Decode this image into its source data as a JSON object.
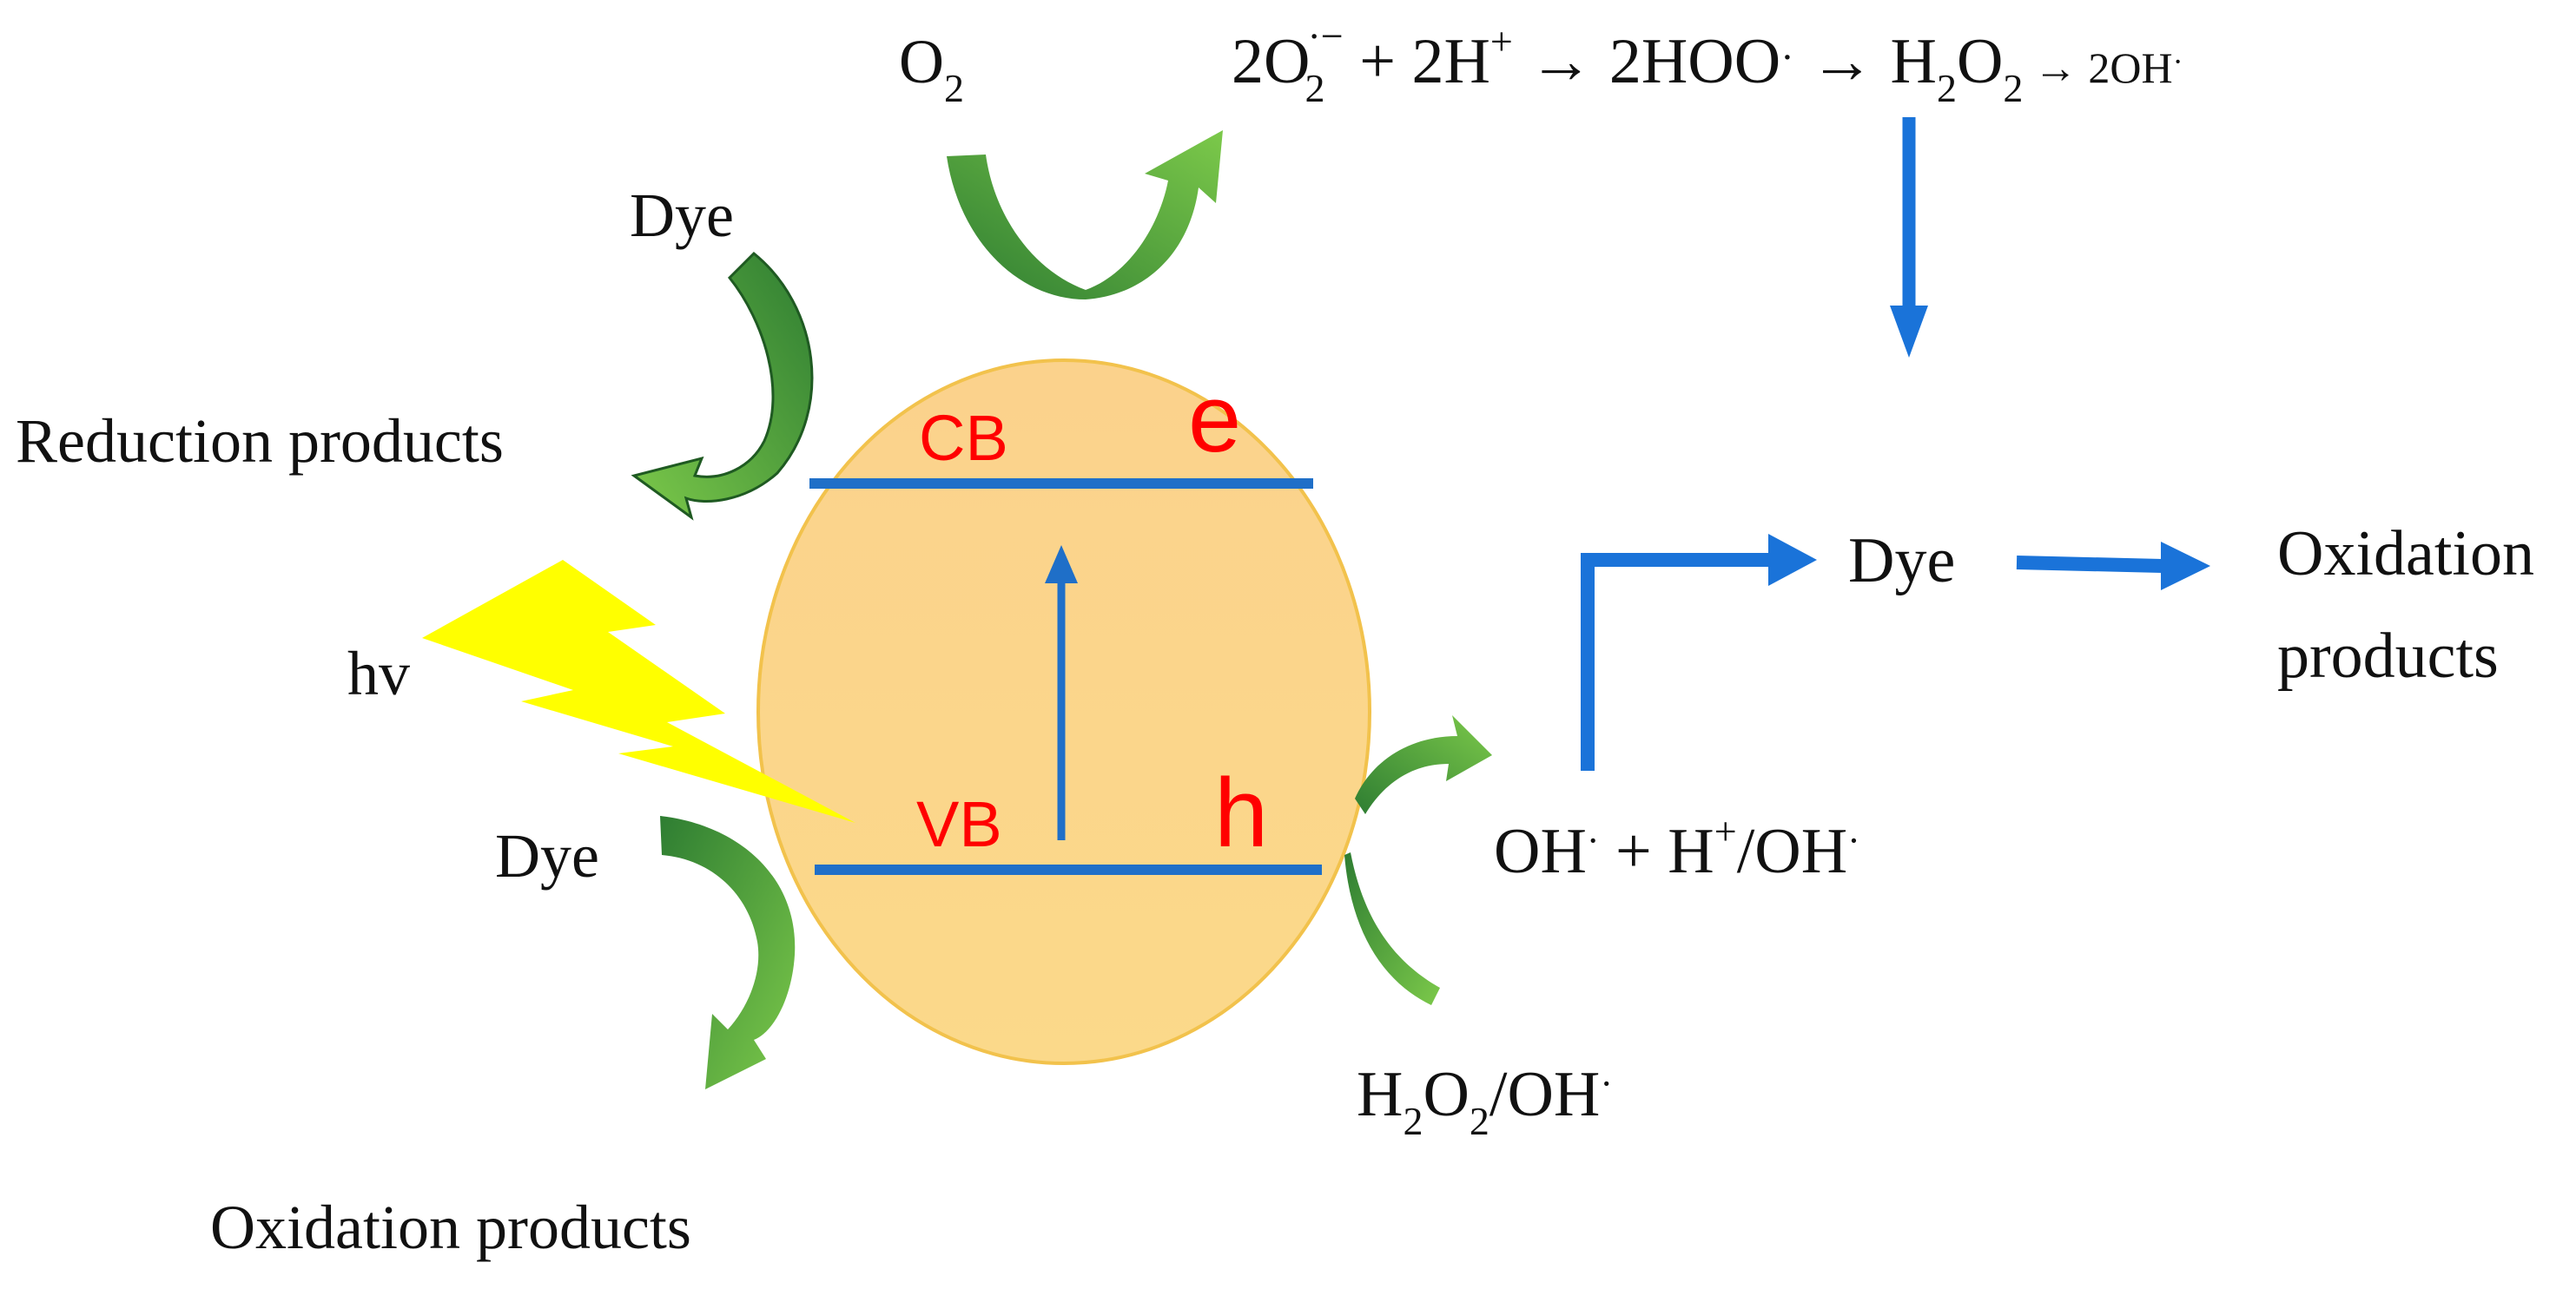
{
  "diagram": {
    "particle": {
      "cb_label": "CB",
      "vb_label": "VB",
      "electron_label": "e",
      "hole_label": "h"
    },
    "light_label": "hv",
    "left": {
      "dye_top": "Dye",
      "reduction_products": "Reduction products",
      "dye_bottom": "Dye",
      "oxidation_products_bottom": "Oxidation products"
    },
    "top": {
      "oxygen": {
        "main": "O",
        "sub": "2"
      },
      "reaction": {
        "t1": "2O",
        "t1_sub": "2",
        "t1_sup": "·−",
        "t2": " + 2H",
        "t2_sup": "+",
        "arrow1": " → 2HOO",
        "t3_sup": "·",
        "arrow2": "  →  H",
        "h_sub": "2",
        "o": "O",
        "o_sub": "2",
        "arrow3": " → 2OH",
        "t4_sup": "·"
      }
    },
    "right": {
      "oh_main": "OH",
      "oh_sup": "·",
      "plus_h": "  + H",
      "plus_h_sup": "+",
      "slash_oh": "/OH",
      "slash_oh_sup": "·",
      "h2o2_h": "H",
      "h2o2_h_sub": "2",
      "h2o2_o": "O",
      "h2o2_o_sub": "2",
      "h2o2_slash": "/OH",
      "h2o2_sup": "·",
      "dye": "Dye",
      "oxidation_line1": "Oxidation",
      "oxidation_line2": "products"
    },
    "colors": {
      "particle_fill_top": "#fbd28c",
      "particle_fill_bottom": "#fbd98a",
      "particle_stroke": "#f2c24c",
      "band_line": "#1f6fc8",
      "band_label": "#ff0000",
      "green_arrow_dark": "#2e7d32",
      "green_arrow_light": "#7cc94a",
      "blue_arrow": "#1a73d9",
      "lightning": "#ffff00"
    }
  }
}
